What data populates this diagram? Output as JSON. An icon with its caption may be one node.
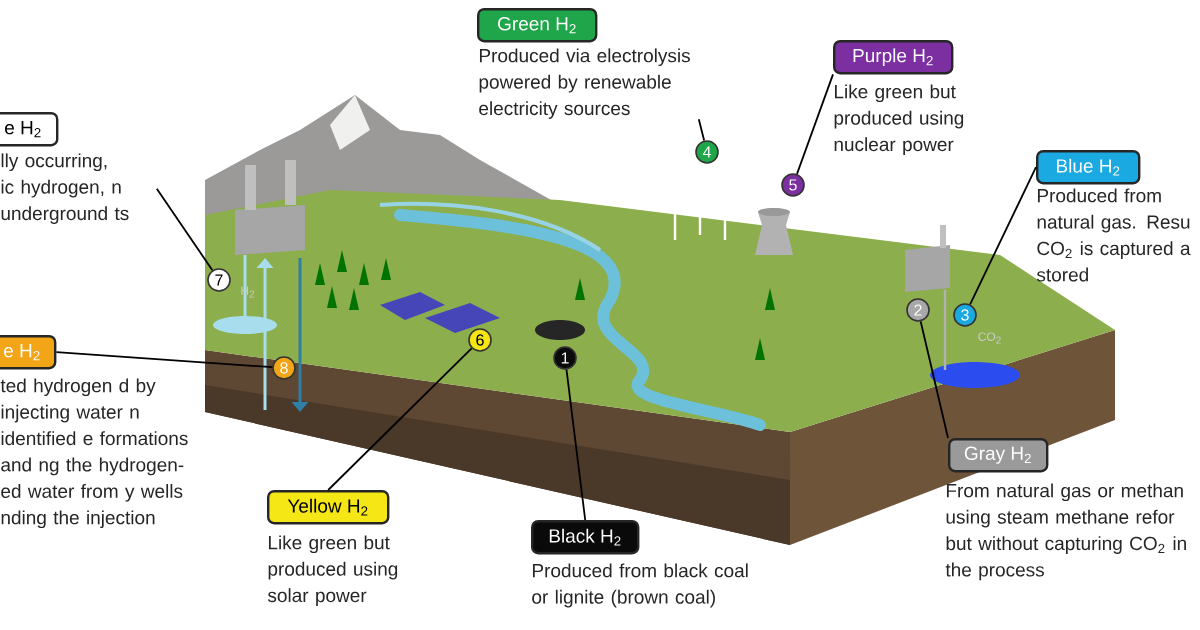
{
  "diagram": {
    "nodes": [
      {
        "text": [
          "Green H$_{2}$",
          "Produced via electrolysis powered by renewable electricity sources"
        ]
      },
      {
        "text": [
          "Purple H$_{2}$",
          "Like green but produced using nuclear power"
        ]
      },
      {
        "text": [
          "e H$_{2}$",
          "lly occurring, ic hydrogen, n underground ts"
        ]
      },
      {
        "text": [
          "Blue H$_{2}$",
          "Produced from natural gas. Resu CO$_{2}$ is captured a stored"
        ]
      },
      {
        "text": [
          "e H$_{2}$",
          "ted hydrogen d by injecting water n identified e formations and ng the hydrogen- ed water from y wells nding the injection"
        ]
      },
      {
        "text": [
          "Gray H$_{2}$",
          "From natural gas or methan using steam methane refor but without capturing CO$_{2}$ in the process"
        ]
      },
      {
        "text": [
          "Yellow H$_{2}$",
          "Like green but produced using solar power"
        ]
      },
      {
        "text": [
          "Black H$_{2}$",
          "Produced from black coal or lignite (brown coal)"
        ]
      },
      {
        "text": [
          "1"
        ]
      },
      {
        "text": [
          "2"
        ]
      },
      {
        "text": [
          "3"
        ]
      },
      {
        "text": [
          "4"
        ]
      },
      {
        "text": [
          "5"
        ]
      },
      {
        "text": [
          "6"
        ]
      },
      {
        "text": [
          "7"
        ]
      },
      {
        "text": [
          "8"
        ]
      }
    ],
    "edges": [
      {
        "from": 0,
        "to": 11,
        "arrow": "none"
      },
      {
        "from": 1,
        "to": 12,
        "arrow": "none"
      },
      {
        "from": 2,
        "to": 14,
        "arrow": "none"
      },
      {
        "from": 3,
        "to": 10,
        "arrow": "none"
      },
      {
        "from": 4,
        "to": 15,
        "arrow": "none"
      },
      {
        "from": 5,
        "to": 9,
        "arrow": "none"
      },
      {
        "from": 6,
        "to": 13,
        "arrow": "none"
      },
      {
        "from": 7,
        "to": 8,
        "arrow": "none"
      }
    ],
    "labels": [
      "H$_{2}$",
      "CO$_{2}$"
    ]
  }
}
